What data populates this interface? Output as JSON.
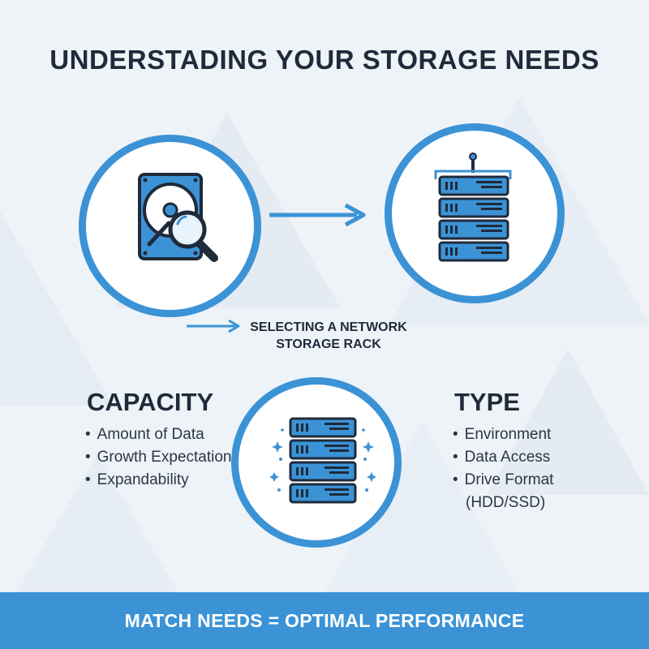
{
  "title": "UNDERSTADING YOUR STORAGE NEEDS",
  "icons": {
    "left": "hard-drive-magnifier-icon",
    "right": "server-rack-icon",
    "center": "sparkling-server-rack-icon",
    "arrow": "right-arrow-icon"
  },
  "caption": {
    "line1": "SELECTING A NETWORK",
    "line2": "STORAGE RACK"
  },
  "capacity": {
    "heading": "CAPACITY",
    "items": [
      "Amount of Data",
      "Growth Expectation",
      "Expandability"
    ]
  },
  "type": {
    "heading": "TYPE",
    "items": [
      "Environment",
      "Data Access",
      "Drive Format"
    ],
    "note": "(HDD/SSD)"
  },
  "footer": "MATCH NEEDS = OPTIMAL PERFORMANCE",
  "colors": {
    "accent": "#3b93d6",
    "dark": "#1f2a3a",
    "background": "#eef3f8"
  }
}
